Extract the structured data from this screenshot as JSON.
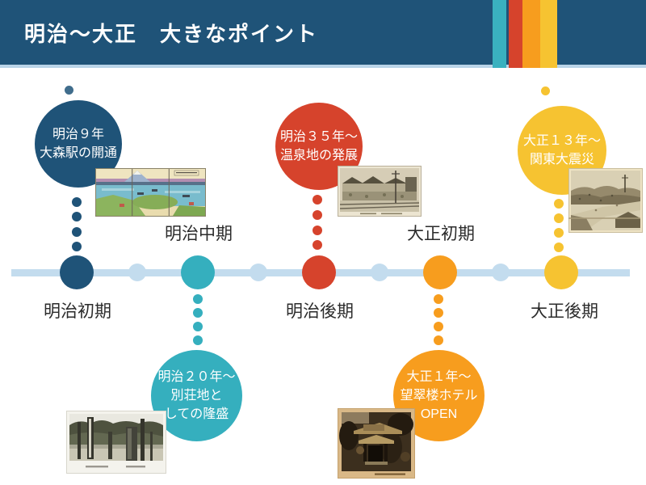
{
  "header": {
    "title": "明治〜大正　大きなポイント",
    "bar_color": "#1f5378",
    "underline_color": "#b9d4e8",
    "accent_stripes": [
      {
        "name": "teal-stripe",
        "color": "#3ab1bf"
      },
      {
        "name": "red-stripe",
        "color": "#d6432c"
      },
      {
        "name": "orange-stripe",
        "color": "#f79d1e"
      },
      {
        "name": "yellow-stripe",
        "color": "#f6c331"
      }
    ]
  },
  "timeline": {
    "line_color": "#c3dcee",
    "minor_node_color": "#c3dcee",
    "milestones": [
      {
        "id": "meiji-early",
        "label": "明治初期",
        "color": "#1f5378",
        "bubble_position": "above",
        "bubble_lines": [
          "明治９年",
          "大森駅の開通"
        ]
      },
      {
        "id": "meiji-mid",
        "label": "明治中期",
        "color": "#35afbe",
        "bubble_position": "below",
        "bubble_lines": [
          "明治２０年〜",
          "別荘地と",
          "しての隆盛"
        ]
      },
      {
        "id": "meiji-late",
        "label": "明治後期",
        "color": "#d6432c",
        "bubble_position": "above",
        "bubble_lines": [
          "明治３５年〜",
          "温泉地の発展"
        ]
      },
      {
        "id": "taisho-early",
        "label": "大正初期",
        "color": "#f79d1e",
        "bubble_position": "below",
        "bubble_lines": [
          "大正１年〜",
          "望翠楼ホテル",
          "OPEN"
        ]
      },
      {
        "id": "taisho-late",
        "label": "大正後期",
        "color": "#f6c331",
        "bubble_position": "above",
        "bubble_lines": [
          "大正１３年〜",
          "関東大震災"
        ]
      }
    ]
  },
  "images": [
    {
      "name": "ukiyoe-woodblock-print"
    },
    {
      "name": "onsen-railway-photo"
    },
    {
      "name": "kanto-earthquake-photo"
    },
    {
      "name": "monument-posts-photo"
    },
    {
      "name": "bosuiro-hotel-photo"
    }
  ]
}
